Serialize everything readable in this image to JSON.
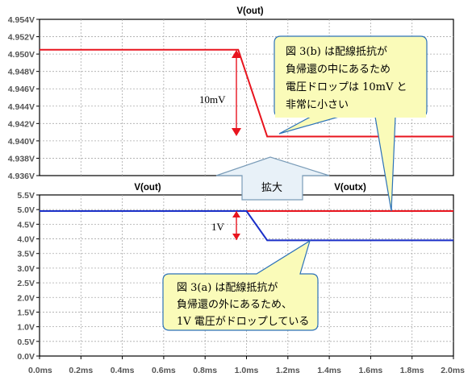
{
  "chart_data": [
    {
      "type": "line",
      "panel": "top",
      "title": "V(out)",
      "ylim": [
        4.936,
        4.954
      ],
      "xlim": [
        0.0,
        2.0
      ],
      "yticks": [
        4.954,
        4.952,
        4.95,
        4.948,
        4.946,
        4.944,
        4.942,
        4.94,
        4.938,
        4.936
      ],
      "ytick_labels": [
        "4.954V",
        "4.952V",
        "4.950V",
        "4.948V",
        "4.946V",
        "4.944V",
        "4.942V",
        "4.940V",
        "4.938V",
        "4.936V"
      ],
      "grid": true,
      "series": [
        {
          "name": "V(out)",
          "color": "#e8141e",
          "x": [
            0.0,
            0.96,
            1.1,
            2.0
          ],
          "y": [
            4.9505,
            4.9505,
            4.9405,
            4.9405
          ]
        }
      ]
    },
    {
      "type": "line",
      "panel": "bottom",
      "ylim": [
        0.0,
        5.5
      ],
      "xlim": [
        0.0,
        2.0
      ],
      "yticks": [
        5.5,
        5.0,
        4.5,
        4.0,
        3.5,
        3.0,
        2.5,
        2.0,
        1.5,
        1.0,
        0.5,
        0.0
      ],
      "ytick_labels": [
        "5.5V",
        "5.0V",
        "4.5V",
        "4.0V",
        "3.5V",
        "3.0V",
        "2.5V",
        "2.0V",
        "1.5V",
        "1.0V",
        "0.5V",
        "0.0V"
      ],
      "xticks": [
        0.0,
        0.2,
        0.4,
        0.6,
        0.8,
        1.0,
        1.2,
        1.4,
        1.6,
        1.8,
        2.0
      ],
      "xtick_labels": [
        "0.0ms",
        "0.2ms",
        "0.4ms",
        "0.6ms",
        "0.8ms",
        "1.0ms",
        "1.2ms",
        "1.4ms",
        "1.6ms",
        "1.8ms",
        "2.0ms"
      ],
      "grid": true,
      "series": [
        {
          "name": "V(out)",
          "color": "#e8141e",
          "x": [
            0.0,
            2.0
          ],
          "y": [
            4.95,
            4.95
          ]
        },
        {
          "name": "V(outx)",
          "color": "#1a2fc8",
          "x": [
            0.0,
            1.0,
            1.1,
            2.0
          ],
          "y": [
            4.95,
            4.95,
            3.95,
            3.95
          ]
        }
      ]
    }
  ],
  "annotations": {
    "top_dimension_label": "10mV",
    "bottom_dimension_label": "1V",
    "magnify_label": "拡大",
    "callout_top": {
      "lines": [
        "図 3(b) は配線抵抗が",
        "負帰還の中にあるため",
        "電圧ドロップは 10mV と",
        "非常に小さい"
      ]
    },
    "callout_bottom": {
      "lines": [
        "図 3(a) は配線抵抗が",
        "負帰還の外にあるため、",
        "1V 電圧がドロップしている"
      ]
    }
  }
}
